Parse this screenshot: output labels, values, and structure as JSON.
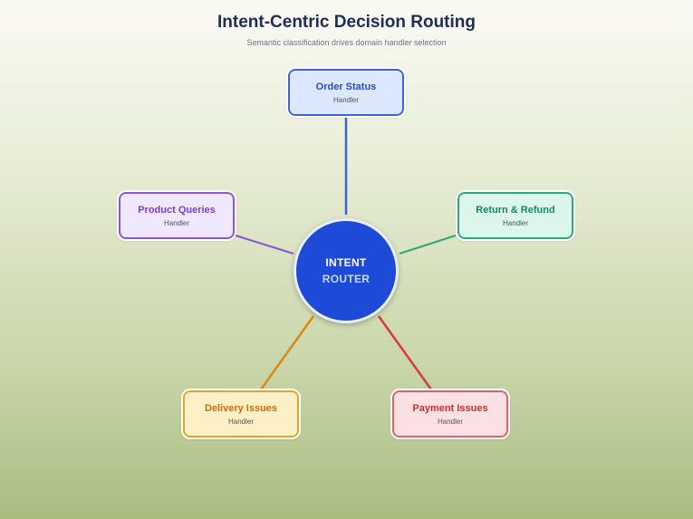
{
  "header": {
    "title": "Intent-Centric Decision Routing",
    "subtitle": "Semantic classification drives domain handler selection"
  },
  "hub": {
    "line1": "INTENT",
    "line2": "ROUTER",
    "color": "#1d4ad6"
  },
  "handlers": [
    {
      "label": "Order Status",
      "sub": "Handler",
      "color": "#3d63d6"
    },
    {
      "label": "Product Queries",
      "sub": "Handler",
      "color": "#8a55d8"
    },
    {
      "label": "Return & Refund",
      "sub": "Handler",
      "color": "#2fa67c"
    },
    {
      "label": "Delivery Issues",
      "sub": "Handler",
      "color": "#e0a52e"
    },
    {
      "label": "Payment Issues",
      "sub": "Handler",
      "color": "#d83a3a"
    }
  ]
}
